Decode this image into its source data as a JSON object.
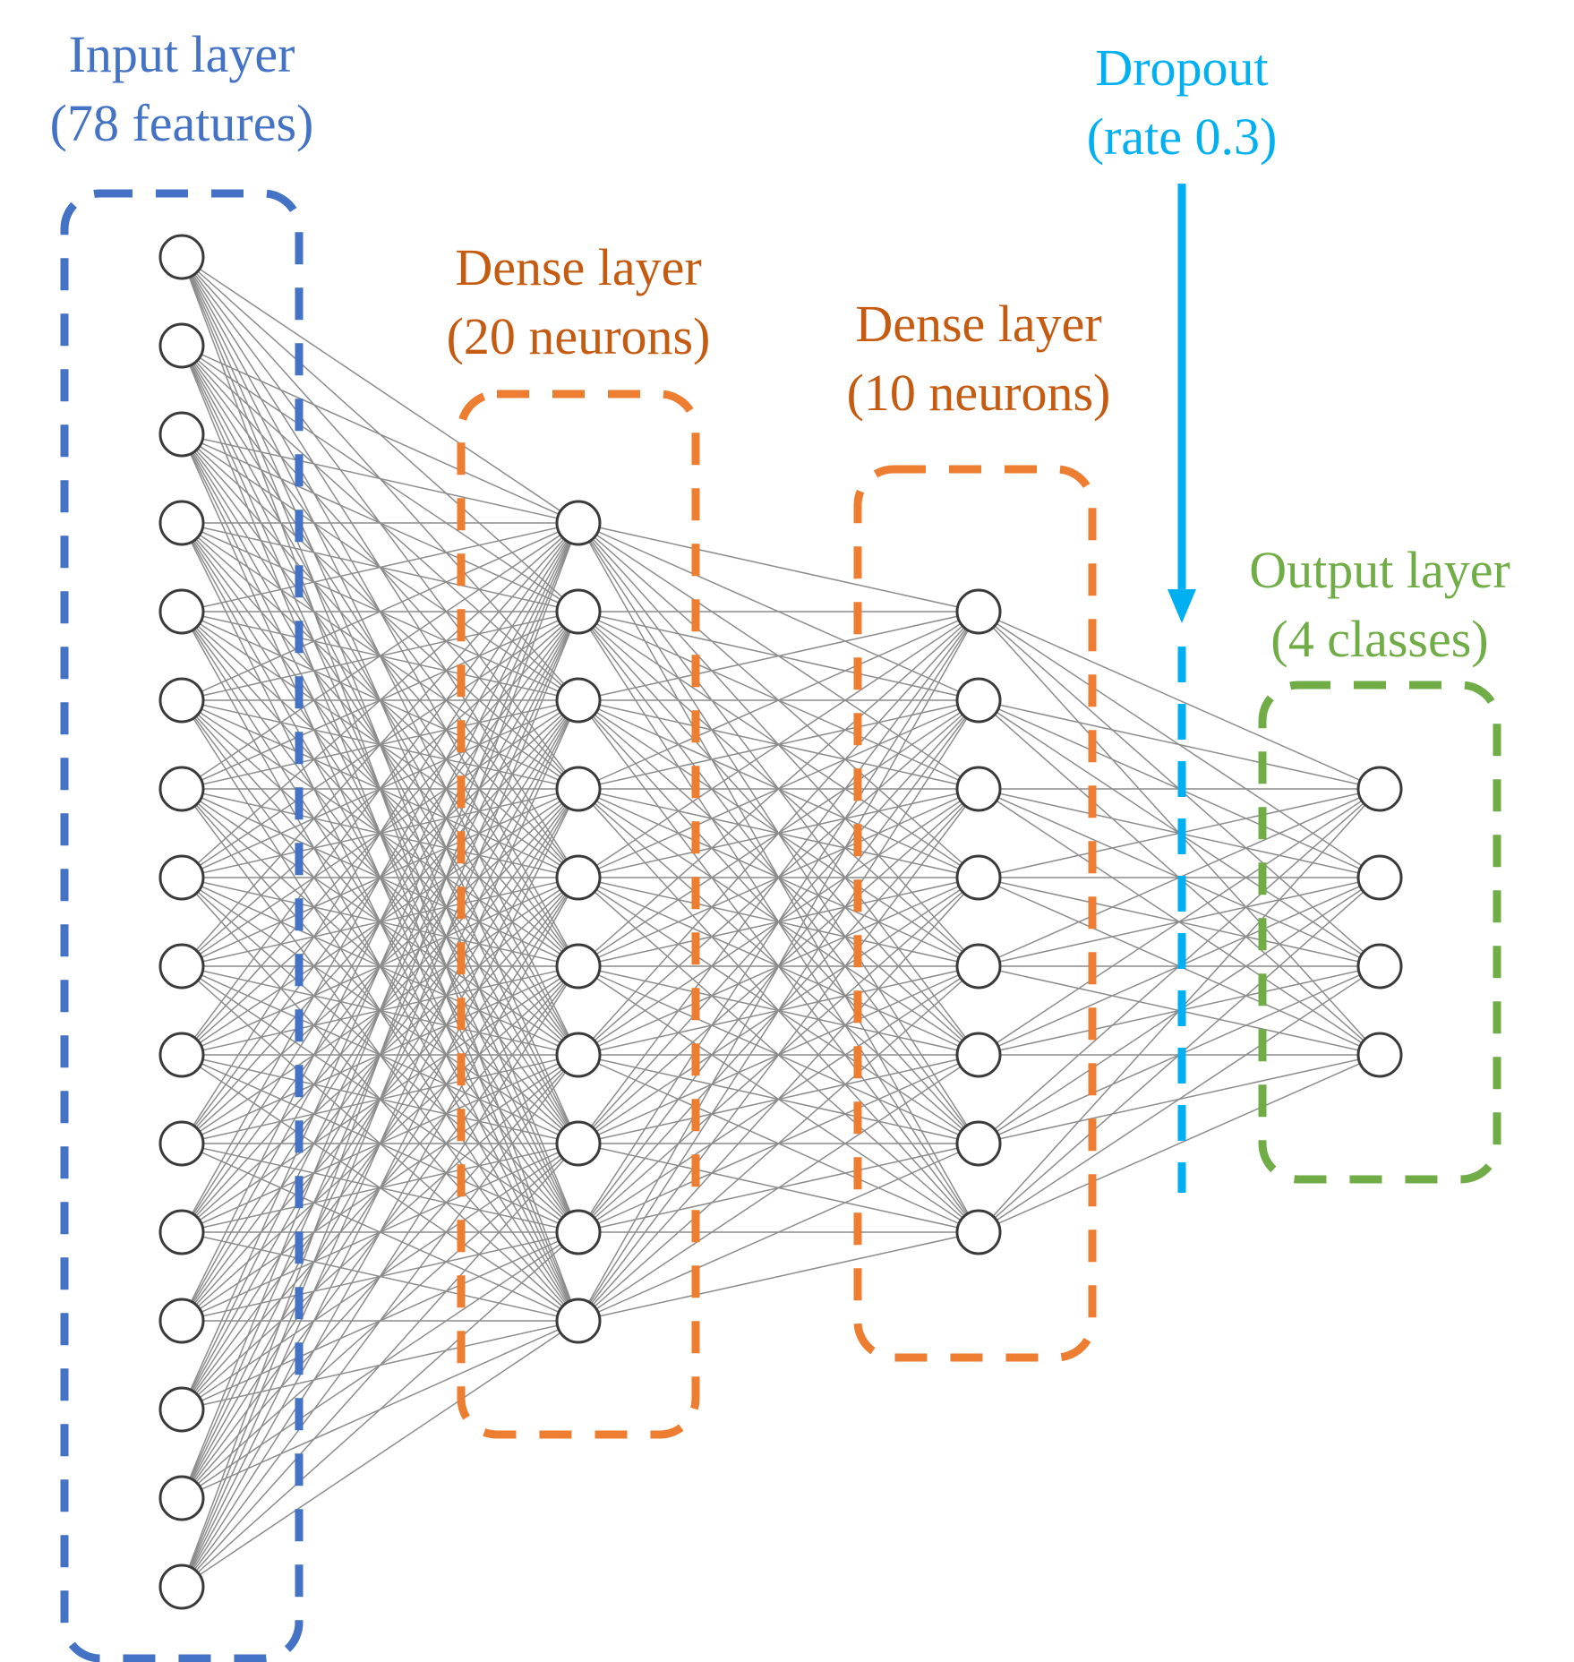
{
  "colors": {
    "input": "#4472C4",
    "dense": "#ED7D31",
    "dense_text": "#C55A11",
    "dropout": "#00B0F0",
    "output": "#70AD47",
    "node_stroke": "#3a3a3a",
    "edge": "#8c8c8c"
  },
  "layers": [
    {
      "id": "input",
      "line1": "Input layer",
      "line2": "(78 features)",
      "nodes_drawn": 16
    },
    {
      "id": "dense1",
      "line1": "Dense layer",
      "line2": "(20 neurons)",
      "nodes_drawn": 10
    },
    {
      "id": "dense2",
      "line1": "Dense layer",
      "line2": "(10 neurons)",
      "nodes_drawn": 8
    },
    {
      "id": "output",
      "line1": "Output layer",
      "line2": "(4 classes)",
      "nodes_drawn": 4
    }
  ],
  "dropout": {
    "line1": "Dropout",
    "line2": "(rate 0.3)"
  }
}
